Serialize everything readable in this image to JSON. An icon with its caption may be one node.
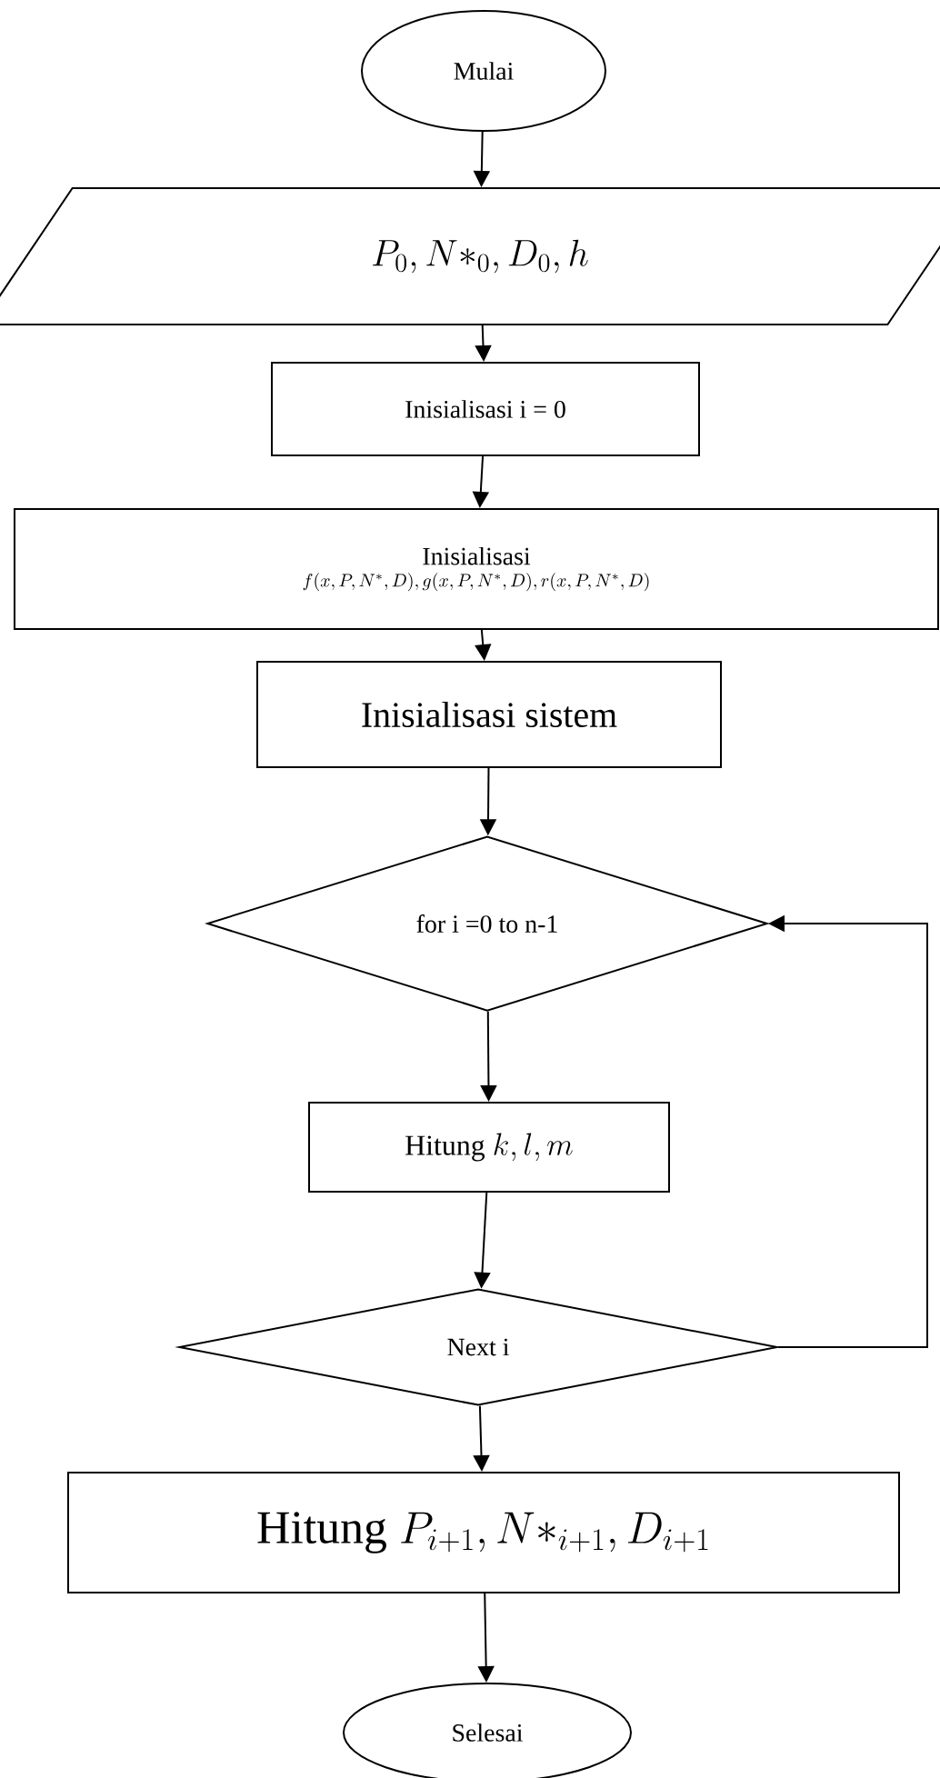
{
  "diagram": {
    "nodes": [
      {
        "text": [
          "Mulai"
        ]
      },
      {
        "text": [
          "P_0 , N *_0 , D_0 , h"
        ]
      },
      {
        "text": [
          "Inisialisasi i = 0"
        ]
      },
      {
        "text": [
          "Inisialisasi",
          "f(x,P,N^*,D), g(x,P,N^*,D), r(x,P,N^*,D)"
        ]
      },
      {
        "text": [
          "Inisialisasi sistem"
        ]
      },
      {
        "text": [
          "for  i =0 to n-1"
        ]
      },
      {
        "text": [
          "Hitung",
          "k,l,m"
        ]
      },
      {
        "text": [
          "Next  i"
        ]
      },
      {
        "text": [
          "Hitung",
          "P_{i+1} , N *_{i+1} , D_{i+1}"
        ]
      },
      {
        "text": [
          "Selesai"
        ]
      }
    ],
    "edges": [
      {
        "from": 0,
        "to": 1,
        "arrow": "to"
      },
      {
        "from": 1,
        "to": 2,
        "arrow": "to"
      },
      {
        "from": 2,
        "to": 3,
        "arrow": "to"
      },
      {
        "from": 3,
        "to": 4,
        "arrow": "to"
      },
      {
        "from": 4,
        "to": 5,
        "arrow": "to"
      },
      {
        "from": 5,
        "to": 6,
        "arrow": "to"
      },
      {
        "from": 6,
        "to": 7,
        "arrow": "to"
      },
      {
        "from": 7,
        "to": 5,
        "arrow": "to"
      },
      {
        "from": 7,
        "to": 8,
        "arrow": "to"
      },
      {
        "from": 8,
        "to": 9,
        "arrow": "to"
      }
    ]
  }
}
